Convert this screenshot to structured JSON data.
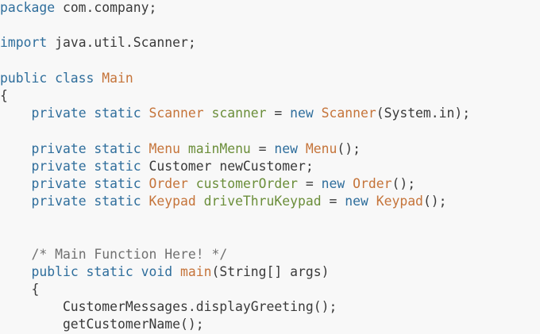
{
  "colors": {
    "kw": "#2f6e9c",
    "type": "#c5743a",
    "var": "#6b8e3a",
    "plain": "#3a3a3a",
    "comment": "#707070",
    "background": "#f8f8f8"
  },
  "code_lines": [
    [
      [
        "kw",
        "package"
      ],
      [
        "plain",
        " com.company;"
      ]
    ],
    [],
    [
      [
        "kw",
        "import"
      ],
      [
        "plain",
        " java.util.Scanner;"
      ]
    ],
    [],
    [
      [
        "kw",
        "public class "
      ],
      [
        "type",
        "Main"
      ]
    ],
    [
      [
        "plain",
        "{"
      ]
    ],
    [
      [
        "plain",
        "    "
      ],
      [
        "kw",
        "private static "
      ],
      [
        "type",
        "Scanner "
      ],
      [
        "var",
        "scanner"
      ],
      [
        "plain",
        " = "
      ],
      [
        "kw",
        "new "
      ],
      [
        "type",
        "Scanner"
      ],
      [
        "plain",
        "(System.in);"
      ]
    ],
    [],
    [
      [
        "plain",
        "    "
      ],
      [
        "kw",
        "private static "
      ],
      [
        "type",
        "Menu "
      ],
      [
        "var",
        "mainMenu"
      ],
      [
        "plain",
        " = "
      ],
      [
        "kw",
        "new "
      ],
      [
        "type",
        "Menu"
      ],
      [
        "plain",
        "();"
      ]
    ],
    [
      [
        "plain",
        "    "
      ],
      [
        "kw",
        "private static "
      ],
      [
        "plain",
        "Customer newCustomer;"
      ]
    ],
    [
      [
        "plain",
        "    "
      ],
      [
        "kw",
        "private static "
      ],
      [
        "type",
        "Order "
      ],
      [
        "var",
        "customerOrder"
      ],
      [
        "plain",
        " = "
      ],
      [
        "kw",
        "new "
      ],
      [
        "type",
        "Order"
      ],
      [
        "plain",
        "();"
      ]
    ],
    [
      [
        "plain",
        "    "
      ],
      [
        "kw",
        "private static "
      ],
      [
        "type",
        "Keypad "
      ],
      [
        "var",
        "driveThruKeypad"
      ],
      [
        "plain",
        " = "
      ],
      [
        "kw",
        "new "
      ],
      [
        "type",
        "Keypad"
      ],
      [
        "plain",
        "();"
      ]
    ],
    [],
    [],
    [
      [
        "plain",
        "    "
      ],
      [
        "comment",
        "/* Main Function Here! */"
      ]
    ],
    [
      [
        "plain",
        "    "
      ],
      [
        "kw",
        "public static void "
      ],
      [
        "type",
        "main"
      ],
      [
        "plain",
        "(String[] args)"
      ]
    ],
    [
      [
        "plain",
        "    {"
      ]
    ],
    [
      [
        "plain",
        "        CustomerMessages.displayGreeting();"
      ]
    ],
    [
      [
        "plain",
        "        getCustomerName();"
      ]
    ]
  ]
}
